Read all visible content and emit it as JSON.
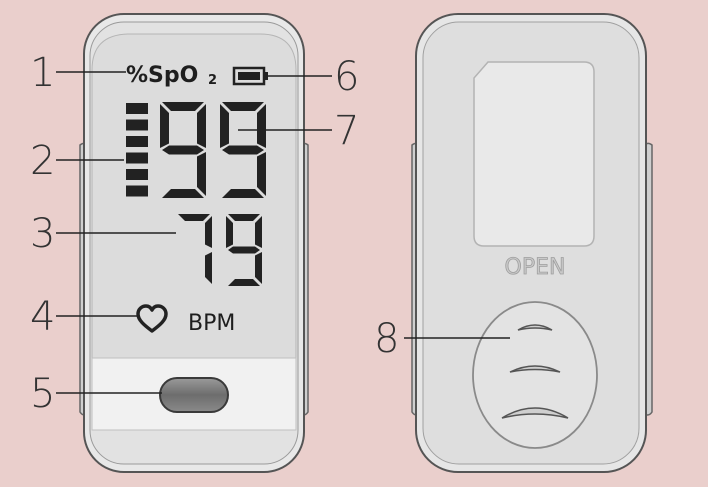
{
  "front": {
    "spo2_label": "%SpO",
    "spo2_subscript": "2",
    "spo2_reading": "99",
    "pulse_reading": "79",
    "bpm_label": "BPM",
    "signal_bar_count": 6
  },
  "back": {
    "open_label": "OPEN"
  },
  "callouts": [
    "1",
    "2",
    "3",
    "4",
    "5",
    "6",
    "7",
    "8"
  ],
  "colors": {
    "background": "#eacfcc",
    "housing": "#e6e6e6",
    "screen": "#dadada",
    "segment": "#222222"
  },
  "icons": [
    "battery-icon",
    "heart-icon",
    "power-button-icon"
  ]
}
